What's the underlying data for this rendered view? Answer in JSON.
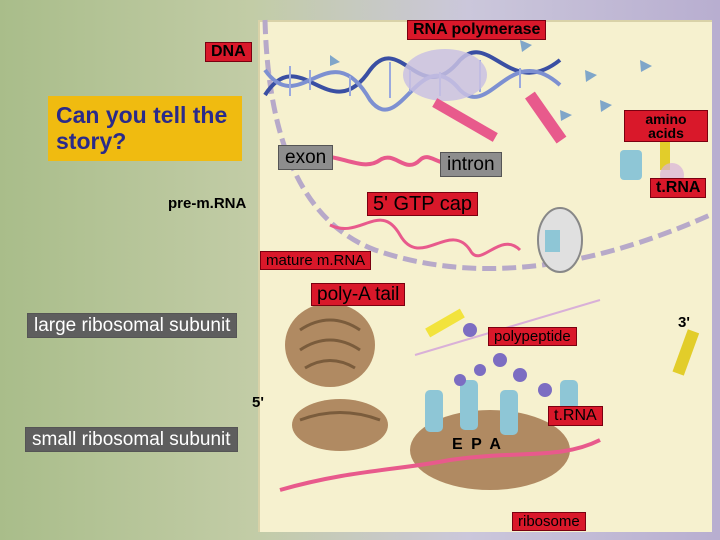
{
  "labels": {
    "rna_polymerase": "RNA polymerase",
    "dna": "DNA",
    "question": "Can you tell the story?",
    "exon": "exon",
    "intron": "intron",
    "amino_acids": "amino acids",
    "trna_top": "t.RNA",
    "pre_mrna": "pre-m.RNA",
    "gtp_cap": "5' GTP cap",
    "mature_mrna": "mature m.RNA",
    "poly_a_tail": "poly-A tail",
    "large_subunit": "large ribosomal subunit",
    "polypeptide": "polypeptide",
    "three_prime": "3'",
    "five_prime": "5'",
    "small_subunit": "small ribosomal subunit",
    "trna_bottom": "t.RNA",
    "epa": "E P A",
    "ribosome": "ribosome"
  },
  "colors": {
    "label_red": "#d9182a",
    "label_yellow": "#f0bb10",
    "label_gray": "#8d8d8d",
    "cell": "#f6f1cf",
    "mrna": "#e85a8c",
    "ribosome": "#b08a62",
    "trna": "#8ec6d6"
  }
}
